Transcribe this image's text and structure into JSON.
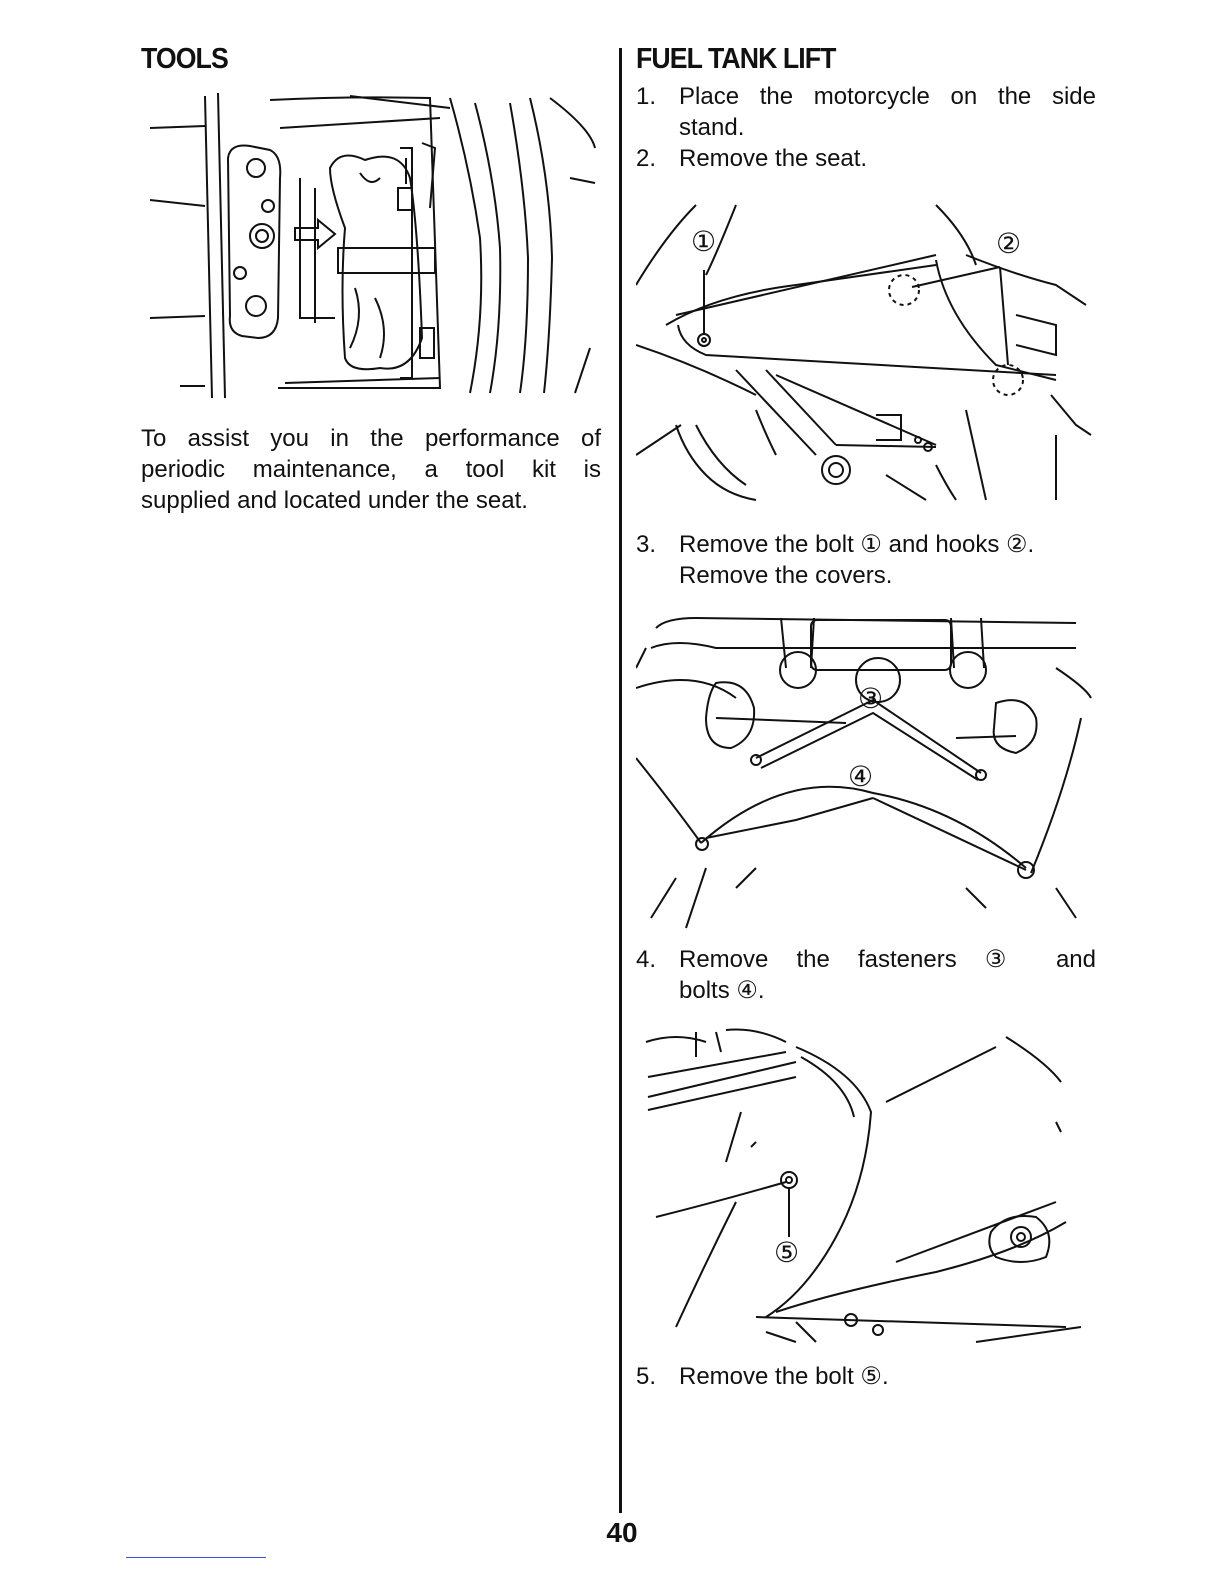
{
  "left": {
    "heading": "TOOLS",
    "paragraph_line1": "To assist you in the performance of",
    "paragraph_line2": "periodic maintenance, a tool kit is",
    "paragraph_line3": "supplied and located under the seat."
  },
  "right": {
    "heading": "FUEL TANK LIFT",
    "steps": [
      {
        "num": "1.",
        "text": "Place the motorcycle on the side stand."
      },
      {
        "num": "2.",
        "text": "Remove the seat."
      },
      {
        "num": "3.",
        "line1": "Remove the bolt ① and hooks ②.",
        "line2": "Remove the covers."
      },
      {
        "num": "4.",
        "line1": "Remove the fasteners ③ and",
        "line2": "bolts ④."
      },
      {
        "num": "5.",
        "text": "Remove the bolt ⑤."
      }
    ],
    "callouts": {
      "c1": "①",
      "c2": "②",
      "c3": "③",
      "c4": "④",
      "c5": "⑤"
    }
  },
  "page_number": "40"
}
